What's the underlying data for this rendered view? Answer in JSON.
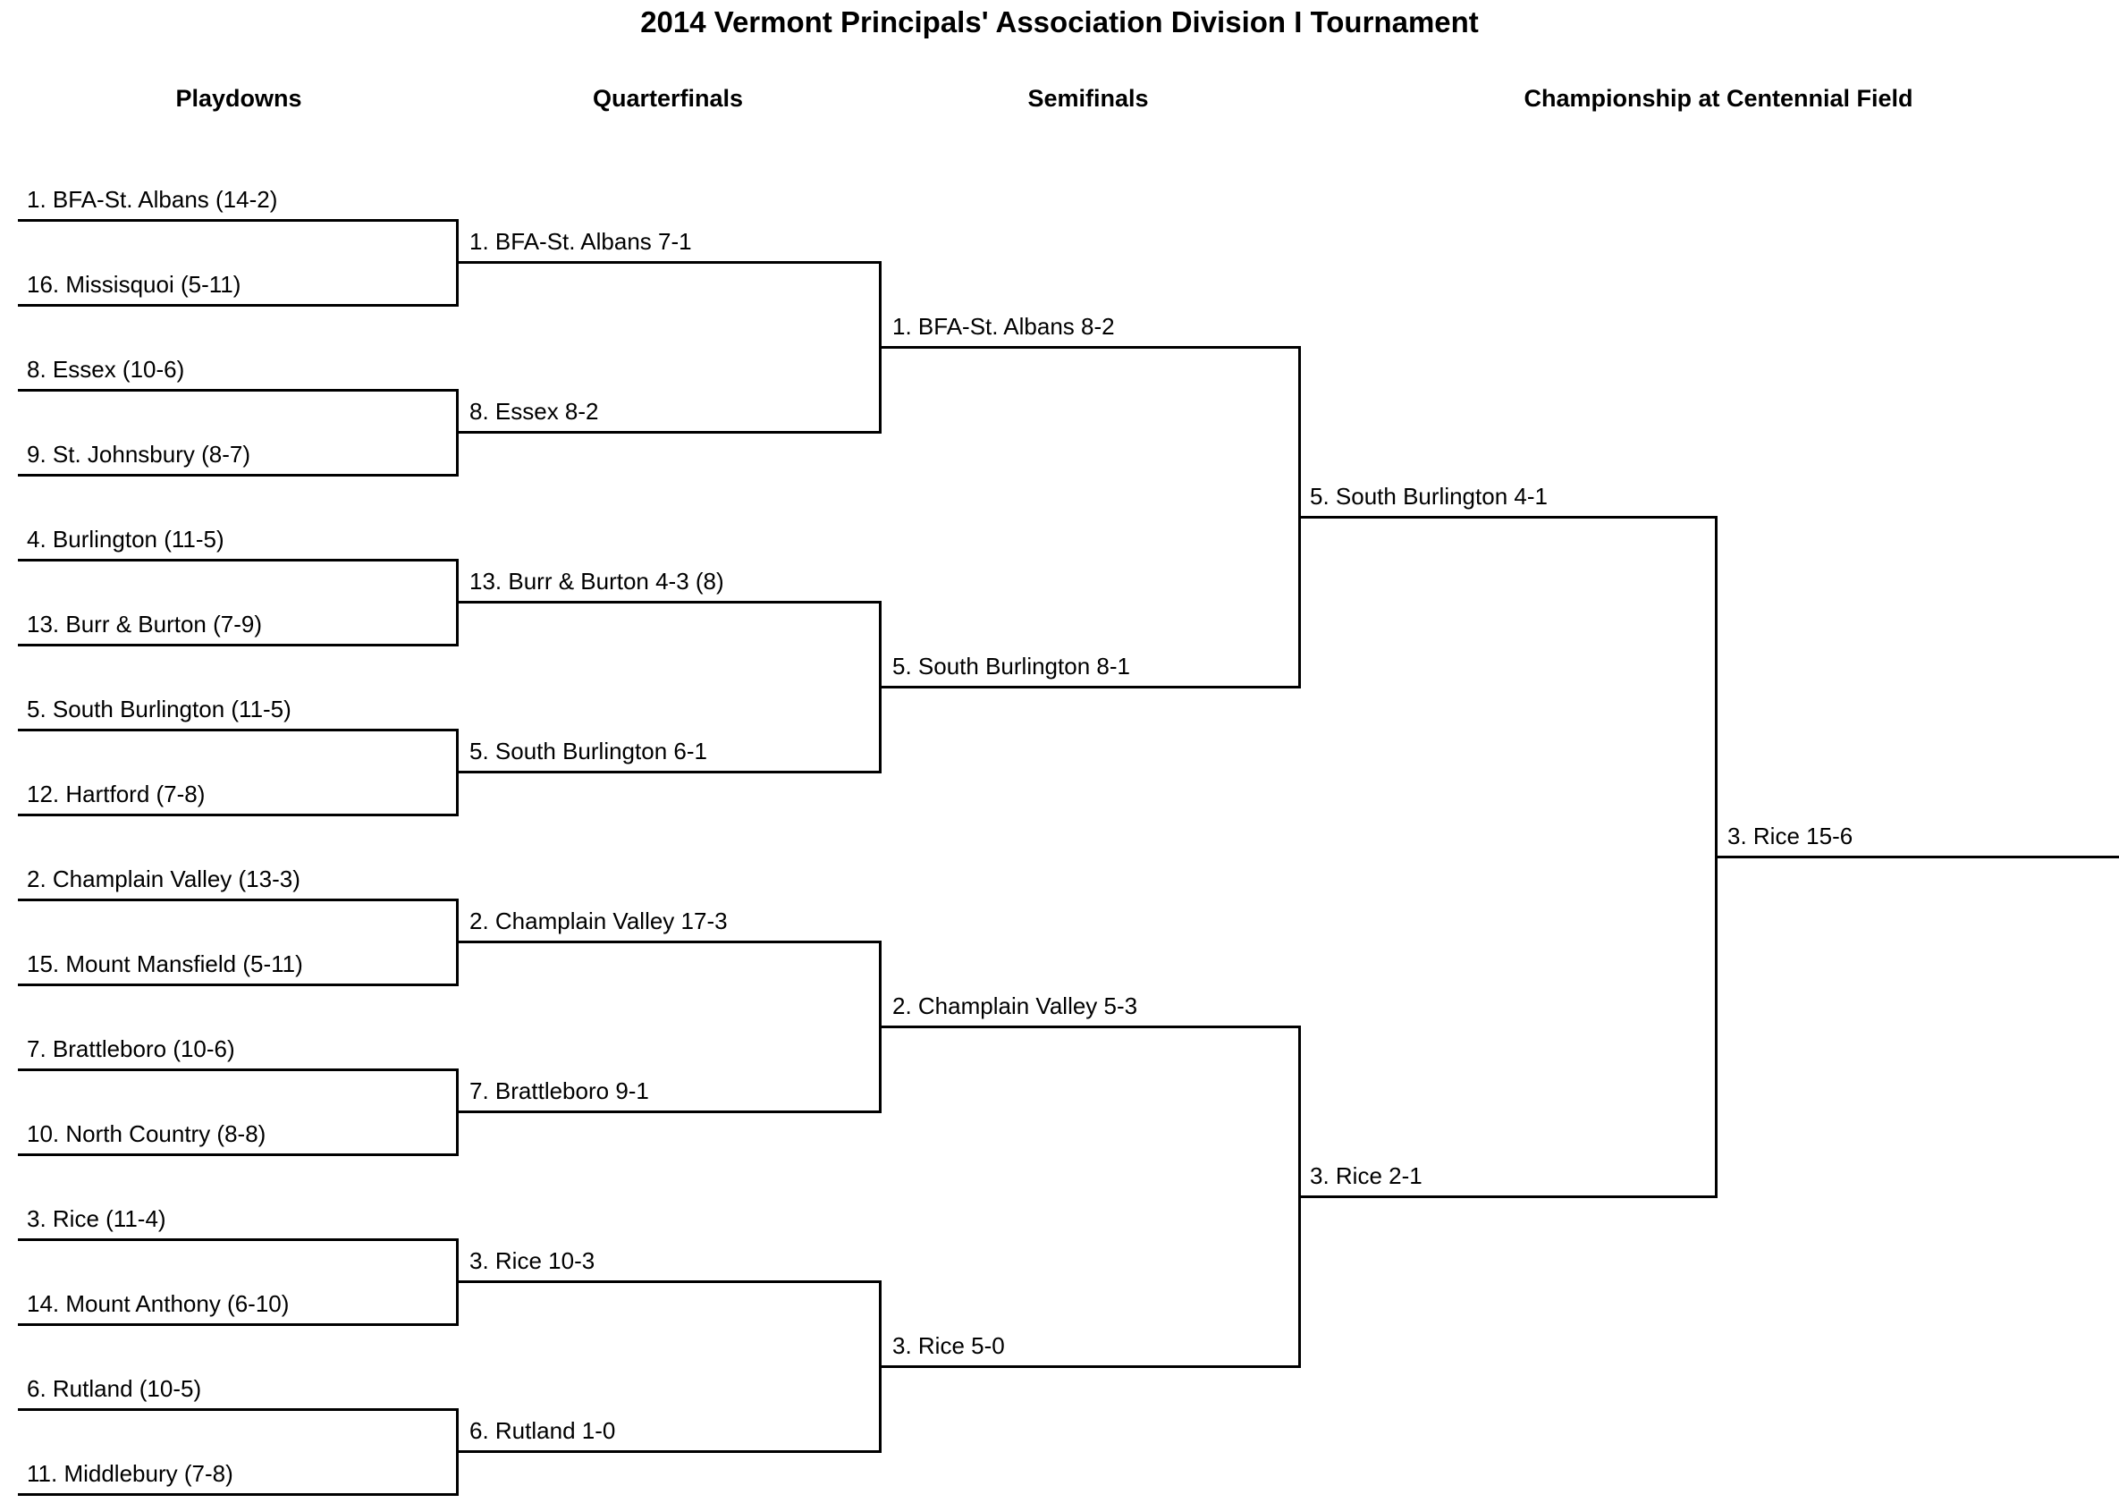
{
  "title": "2014 Vermont Principals' Association Division I Tournament",
  "columns": {
    "playdowns": "Playdowns",
    "quarterfinals": "Quarterfinals",
    "semifinals": "Semifinals",
    "championship": "Championship at Centennial Field"
  },
  "rounds": {
    "playdowns": [
      "1. BFA-St. Albans (14-2)",
      "16. Missisquoi (5-11)",
      "8. Essex (10-6)",
      "9. St. Johnsbury (8-7)",
      "4. Burlington (11-5)",
      "13. Burr & Burton (7-9)",
      "5. South Burlington (11-5)",
      "12. Hartford (7-8)",
      "2. Champlain Valley (13-3)",
      "15. Mount Mansfield (5-11)",
      "7. Brattleboro (10-6)",
      "10. North Country (8-8)",
      "3. Rice (11-4)",
      "14. Mount Anthony (6-10)",
      "6. Rutland (10-5)",
      "11. Middlebury (7-8)"
    ],
    "quarterfinals": [
      "1. BFA-St. Albans 7-1",
      "8. Essex 8-2",
      "13. Burr & Burton 4-3 (8)",
      "5. South Burlington 6-1",
      "2. Champlain Valley 17-3",
      "7. Brattleboro 9-1",
      "3. Rice 10-3",
      "6. Rutland 1-0"
    ],
    "semifinals": [
      "1. BFA-St. Albans 8-2",
      "5. South Burlington 8-1",
      "2. Champlain Valley 5-3",
      "3. Rice 5-0"
    ],
    "championship": [
      "5. South Burlington 4-1",
      "3. Rice 2-1"
    ],
    "champion": "3. Rice 15-6"
  }
}
